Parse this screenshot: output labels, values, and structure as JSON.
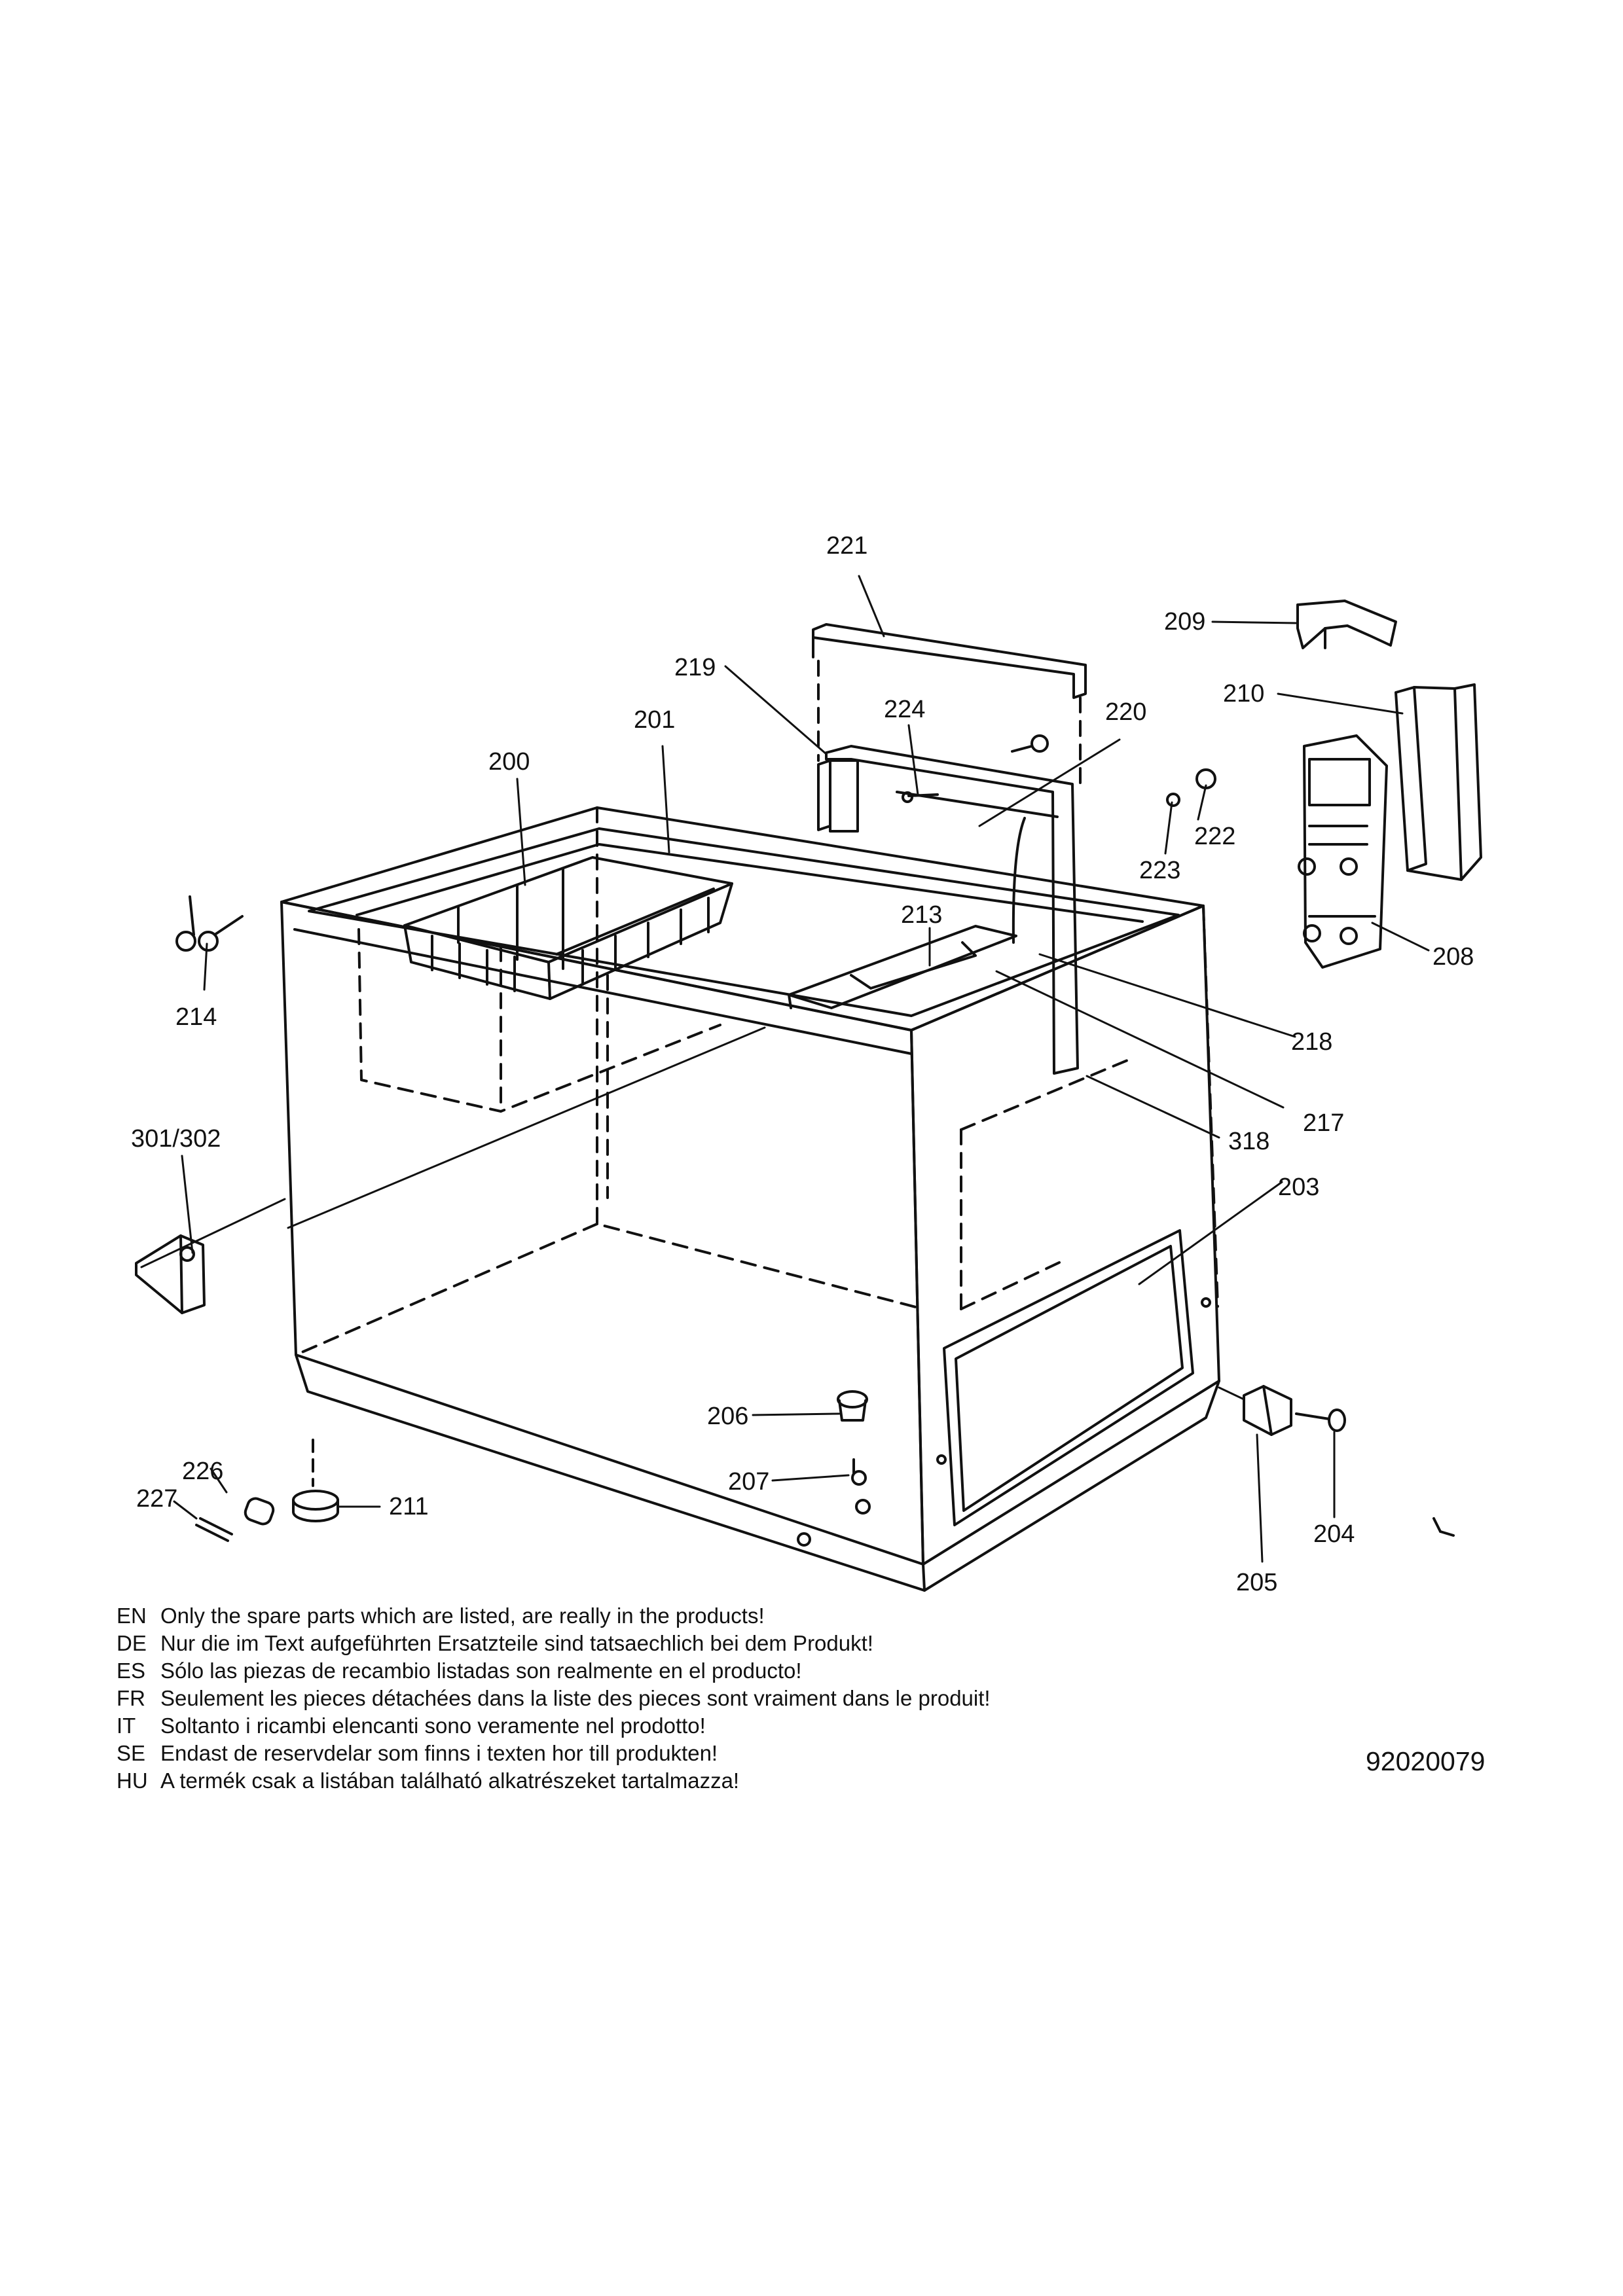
{
  "callouts": [
    {
      "id": "c221",
      "text": "221"
    },
    {
      "id": "c209",
      "text": "209"
    },
    {
      "id": "c219",
      "text": "219"
    },
    {
      "id": "c224",
      "text": "224"
    },
    {
      "id": "c220",
      "text": "220"
    },
    {
      "id": "c210",
      "text": "210"
    },
    {
      "id": "c201",
      "text": "201"
    },
    {
      "id": "c200",
      "text": "200"
    },
    {
      "id": "c222",
      "text": "222"
    },
    {
      "id": "c223",
      "text": "223"
    },
    {
      "id": "c213",
      "text": "213"
    },
    {
      "id": "c208",
      "text": "208"
    },
    {
      "id": "c214",
      "text": "214"
    },
    {
      "id": "c218",
      "text": "218"
    },
    {
      "id": "c217",
      "text": "217"
    },
    {
      "id": "c301",
      "text": "301/302"
    },
    {
      "id": "c318",
      "text": "318"
    },
    {
      "id": "c203",
      "text": "203"
    },
    {
      "id": "c206",
      "text": "206"
    },
    {
      "id": "c226",
      "text": "226"
    },
    {
      "id": "c207",
      "text": "207"
    },
    {
      "id": "c227",
      "text": "227"
    },
    {
      "id": "c211",
      "text": "211"
    },
    {
      "id": "c204",
      "text": "204"
    },
    {
      "id": "c205",
      "text": "205"
    }
  ],
  "notes": [
    {
      "lang": "EN",
      "text": "Only the spare parts which are listed, are really in the products!"
    },
    {
      "lang": "DE",
      "text": "Nur die im Text aufgeführten Ersatzteile sind tatsaechlich bei dem Produkt!"
    },
    {
      "lang": "ES",
      "text": "Sólo las piezas de recambio  listadas son realmente en el producto!"
    },
    {
      "lang": "FR",
      "text": "Seulement les pieces détachées dans la liste des pieces sont vraiment dans le produit!"
    },
    {
      "lang": "IT",
      "text": "Soltanto i ricambi elencanti sono veramente nel prodotto!"
    },
    {
      "lang": "SE",
      "text": "Endast de reservdelar som finns i texten hor till produkten!"
    },
    {
      "lang": "HU",
      "text": "A termék csak a listában található alkatrészeket tartalmazza!"
    }
  ],
  "drawing_number": "92020079"
}
